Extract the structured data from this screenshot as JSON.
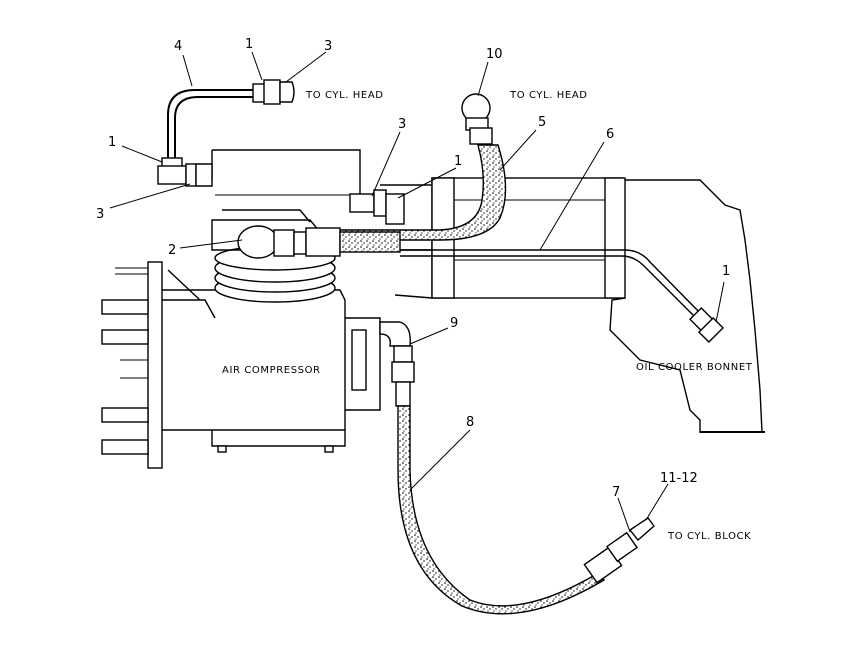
{
  "labels": {
    "air_compressor": "AIR COMPRESSOR",
    "oil_cooler_bonnet": "OIL COOLER BONNET",
    "to_cyl_head_left": "TO CYL. HEAD",
    "to_cyl_head_right": "TO CYL. HEAD",
    "to_cyl_block": "TO CYL. BLOCK"
  },
  "callouts": {
    "c1_top": "1",
    "c3_top": "3",
    "c4": "4",
    "c10": "10",
    "c1_left": "1",
    "c3_left": "3",
    "c3_mid": "3",
    "c1_mid": "1",
    "c5": "5",
    "c6": "6",
    "c2": "2",
    "c1_right": "1",
    "c9": "9",
    "c8": "8",
    "c7": "7",
    "c11_12": "11-12"
  }
}
